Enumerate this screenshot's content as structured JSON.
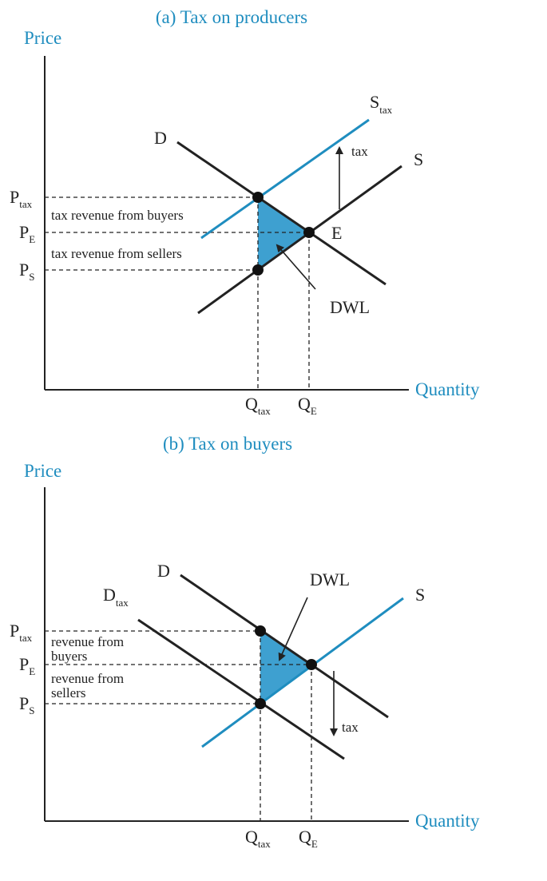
{
  "panel_a": {
    "title": "(a) Tax on producers",
    "y_axis_label": "Price",
    "x_axis_label": "Quantity",
    "curve_d": "D",
    "curve_s": "S",
    "curve_stax_main": "S",
    "curve_stax_sub": "tax",
    "shift_label": "tax",
    "equilibrium_label": "E",
    "p_tax_main": "P",
    "p_tax_sub": "tax",
    "p_e_main": "P",
    "p_e_sub": "E",
    "p_s_main": "P",
    "p_s_sub": "S",
    "q_tax_main": "Q",
    "q_tax_sub": "tax",
    "q_e_main": "Q",
    "q_e_sub": "E",
    "buyers_note": "tax revenue from buyers",
    "sellers_note": "tax revenue from sellers",
    "dwl_label": "DWL"
  },
  "panel_b": {
    "title": "(b) Tax on buyers",
    "y_axis_label": "Price",
    "x_axis_label": "Quantity",
    "curve_d": "D",
    "curve_s": "S",
    "curve_dtax_main": "D",
    "curve_dtax_sub": "tax",
    "shift_label": "tax",
    "p_tax_main": "P",
    "p_tax_sub": "tax",
    "p_e_main": "P",
    "p_e_sub": "E",
    "p_s_main": "P",
    "p_s_sub": "S",
    "q_tax_main": "Q",
    "q_tax_sub": "tax",
    "q_e_main": "Q",
    "q_e_sub": "E",
    "buyers_note_line1": "revenue from",
    "buyers_note_line2": "buyers",
    "sellers_note_line1": "revenue from",
    "sellers_note_line2": "sellers",
    "dwl_label": "DWL"
  },
  "colors": {
    "accent": "#1f8dbf",
    "dwl_fill": "#3ea0d0",
    "ink": "#222222"
  }
}
